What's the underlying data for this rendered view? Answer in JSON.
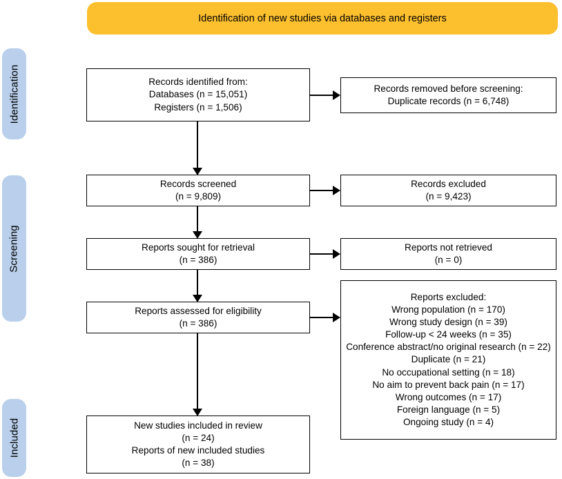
{
  "header": {
    "title": "Identification of new studies via databases and registers",
    "color": "#fcbf2e"
  },
  "stages": [
    {
      "label": "Identification",
      "color": "#b9cfeb"
    },
    {
      "label": "Screening",
      "color": "#b9cfeb"
    },
    {
      "label": "Included",
      "color": "#b9cfeb"
    }
  ],
  "boxes": {
    "identified": {
      "lines": [
        "Records identified from:",
        "Databases (n = 15,051)",
        "Registers (n = 1,506)"
      ]
    },
    "removed": {
      "lines": [
        "Records removed before screening:",
        "Duplicate records (n = 6,748)"
      ]
    },
    "screened": {
      "lines": [
        "Records screened",
        "(n = 9,809)"
      ]
    },
    "records_excluded": {
      "lines": [
        "Records excluded",
        "(n = 9,423)"
      ]
    },
    "sought": {
      "lines": [
        "Reports sought for retrieval",
        "(n = 386)"
      ]
    },
    "not_retrieved": {
      "lines": [
        "Reports not retrieved",
        "(n = 0)"
      ]
    },
    "assessed": {
      "lines": [
        "Reports assessed for eligibility",
        "(n = 386)"
      ]
    },
    "reports_excluded": {
      "lines": [
        "Reports excluded:",
        "Wrong population (n = 170)",
        "Wrong study design (n = 39)",
        "Follow-up < 24 weeks (n = 35)",
        "Conference abstract/no original research (n = 22)",
        "Duplicate (n = 21)",
        "No occupational setting (n = 18)",
        "No aim to prevent back pain (n = 17)",
        "Wrong outcomes (n = 17)",
        "Foreign language (n = 5)",
        "Ongoing study (n = 4)"
      ]
    },
    "included": {
      "lines": [
        "New studies included in review",
        "(n = 24)",
        "Reports of new included studies",
        "(n = 38)"
      ]
    }
  },
  "chart_data": {
    "type": "diagram",
    "title": "PRISMA 2020 flow diagram for new systematic reviews",
    "nodes": [
      {
        "id": "identified",
        "stage": "Identification",
        "column": "left",
        "n_databases": 15051,
        "n_registers": 1506
      },
      {
        "id": "removed",
        "stage": "Identification",
        "column": "right",
        "n_duplicates": 6748
      },
      {
        "id": "screened",
        "stage": "Screening",
        "column": "left",
        "n": 9809
      },
      {
        "id": "records_excluded",
        "stage": "Screening",
        "column": "right",
        "n": 9423
      },
      {
        "id": "sought",
        "stage": "Screening",
        "column": "left",
        "n": 386
      },
      {
        "id": "not_retrieved",
        "stage": "Screening",
        "column": "right",
        "n": 0
      },
      {
        "id": "assessed",
        "stage": "Screening",
        "column": "left",
        "n": 386
      },
      {
        "id": "reports_excluded",
        "stage": "Screening",
        "column": "right",
        "reasons": [
          {
            "reason": "Wrong population",
            "n": 170
          },
          {
            "reason": "Wrong study design",
            "n": 39
          },
          {
            "reason": "Follow-up < 24 weeks",
            "n": 35
          },
          {
            "reason": "Conference abstract/no original research",
            "n": 22
          },
          {
            "reason": "Duplicate",
            "n": 21
          },
          {
            "reason": "No occupational setting",
            "n": 18
          },
          {
            "reason": "No aim to prevent back pain",
            "n": 17
          },
          {
            "reason": "Wrong outcomes",
            "n": 17
          },
          {
            "reason": "Foreign language",
            "n": 5
          },
          {
            "reason": "Ongoing study",
            "n": 4
          }
        ]
      },
      {
        "id": "included",
        "stage": "Included",
        "column": "left",
        "n_studies": 24,
        "n_reports": 38
      }
    ],
    "edges": [
      {
        "from": "identified",
        "to": "removed",
        "direction": "right"
      },
      {
        "from": "identified",
        "to": "screened",
        "direction": "down"
      },
      {
        "from": "screened",
        "to": "records_excluded",
        "direction": "right"
      },
      {
        "from": "screened",
        "to": "sought",
        "direction": "down"
      },
      {
        "from": "sought",
        "to": "not_retrieved",
        "direction": "right"
      },
      {
        "from": "sought",
        "to": "assessed",
        "direction": "down"
      },
      {
        "from": "assessed",
        "to": "reports_excluded",
        "direction": "right"
      },
      {
        "from": "assessed",
        "to": "included",
        "direction": "down"
      }
    ]
  }
}
